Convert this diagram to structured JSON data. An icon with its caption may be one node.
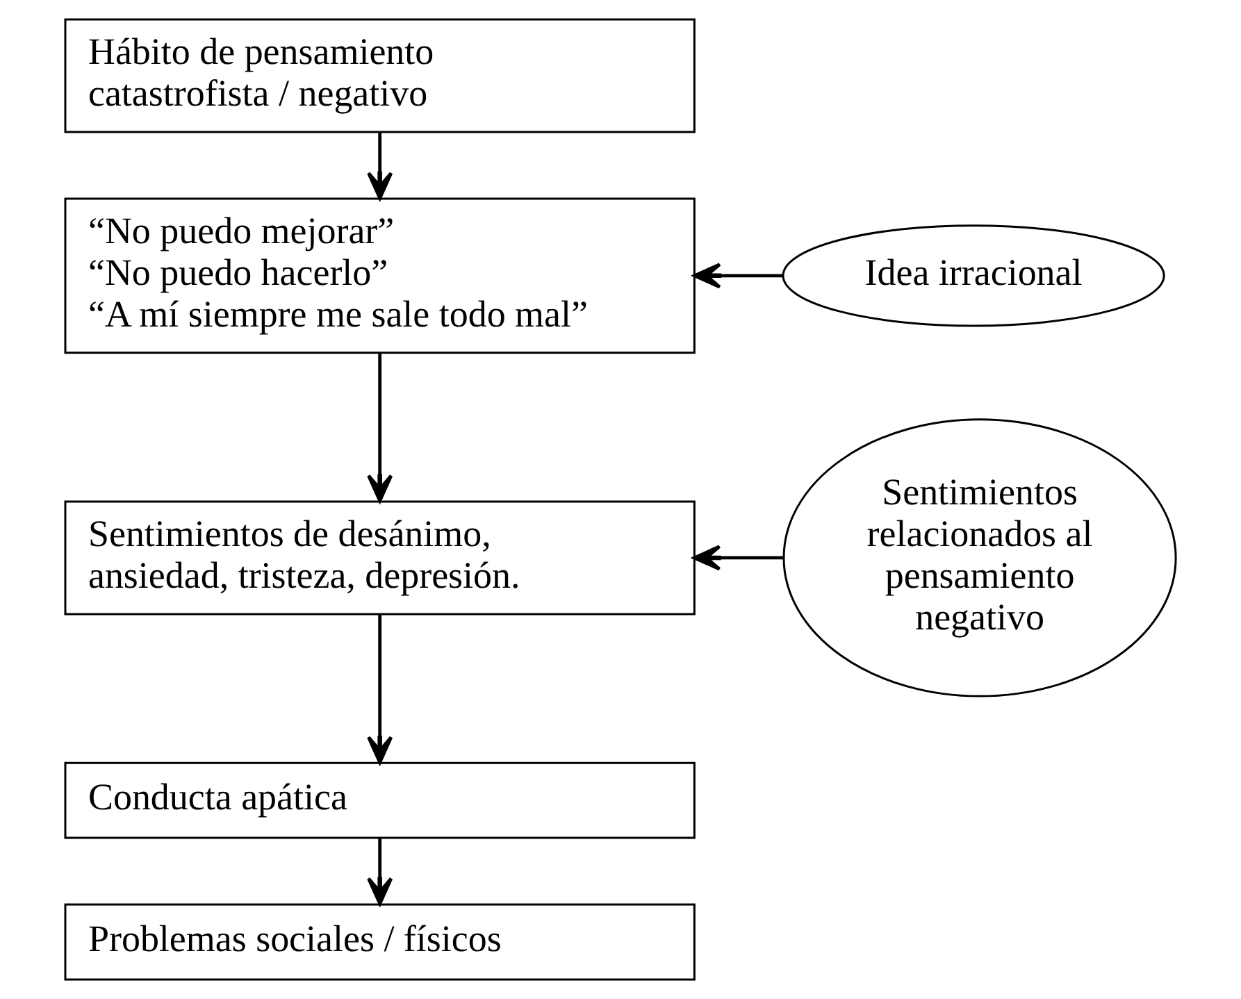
{
  "diagram": {
    "nodes": [
      {
        "text": [
          "Hábito de pensamiento catastrofista / negativo"
        ]
      },
      {
        "text": [
          "“No puedo mejorar”",
          "“No puedo hacerlo”",
          "“A mí siempre me sale todo mal”"
        ]
      },
      {
        "text": [
          "Sentimientos de desánimo, ansiedad, tristeza, depresión."
        ]
      },
      {
        "text": [
          "Conducta apática"
        ]
      },
      {
        "text": [
          "Problemas sociales / físicos"
        ]
      },
      {
        "text": [
          "Idea irracional"
        ]
      },
      {
        "text": [
          "Sentimientos relacionados al pensamiento negativo"
        ]
      }
    ],
    "edges": [
      {
        "from": 0,
        "to": 1,
        "arrow": "to"
      },
      {
        "from": 5,
        "to": 1,
        "arrow": "to"
      },
      {
        "from": 1,
        "to": 2,
        "arrow": "to"
      },
      {
        "from": 6,
        "to": 2,
        "arrow": "to"
      },
      {
        "from": 2,
        "to": 3,
        "arrow": "to"
      },
      {
        "from": 3,
        "to": 4,
        "arrow": "to"
      }
    ]
  }
}
